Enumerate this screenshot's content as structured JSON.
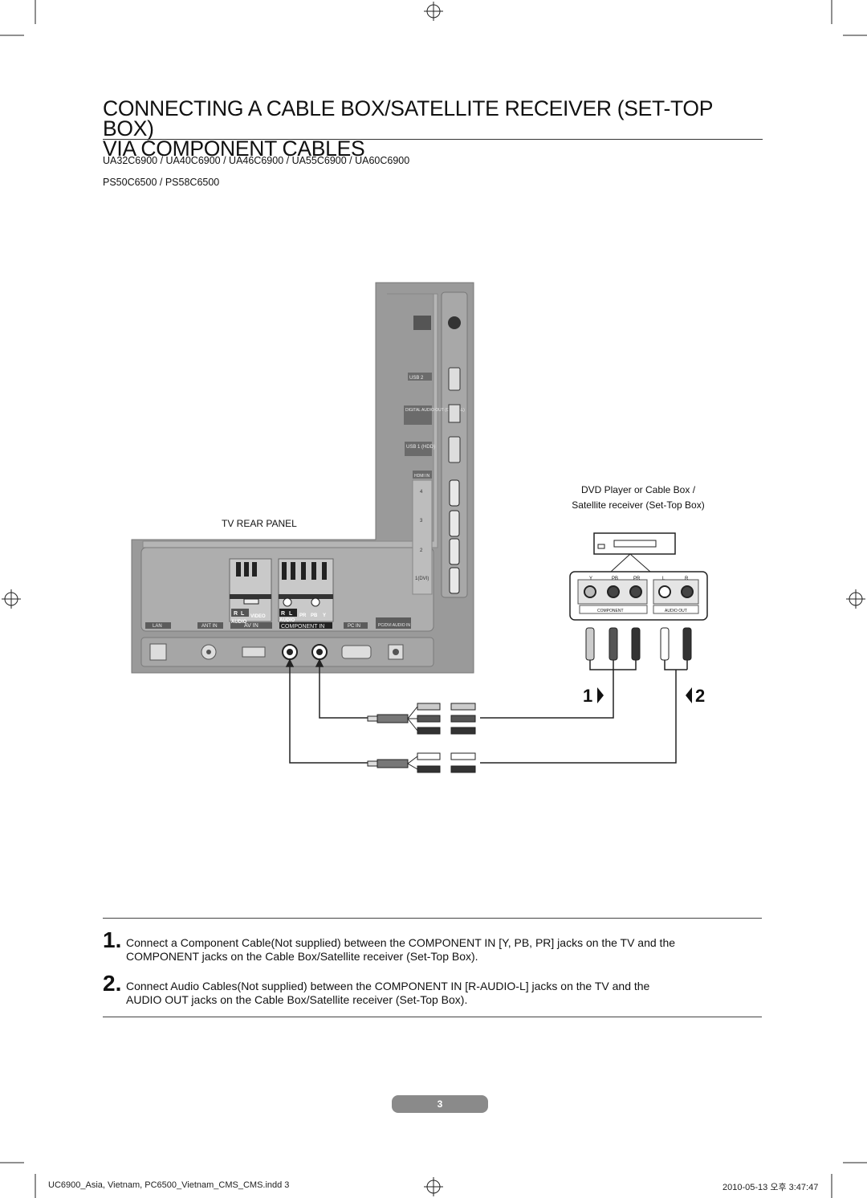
{
  "title_line1": "CONNECTING A CABLE BOX/SATELLITE RECEIVER (SET-TOP BOX)",
  "title_line2": "VIA COMPONENT CABLES",
  "models_line1": "UA32C6900 /  UA40C6900 / UA46C6900 / UA55C6900 / UA60C6900",
  "models_line2": "PS50C6500 / PS58C6500",
  "diagram": {
    "tv_rear_panel_label": "TV REAR PANEL",
    "device_label_line1": "DVD Player or Cable Box /",
    "device_label_line2": "Satellite receiver (Set-Top Box)",
    "side_ports": [
      "USB 2",
      "DIGITAL AUDIO OUT (OPTICAL)",
      "USB 1 (HDD)",
      "HDMI IN",
      "4",
      "3",
      "2",
      "1(DVI)"
    ],
    "bottom_ports": [
      "LAN",
      "ANT IN",
      "AV IN",
      "COMPONENT IN",
      "PC IN",
      "PC/DVI AUDIO IN"
    ],
    "jack_labels": [
      "R",
      "L",
      "VIDEO",
      "AUDIO",
      "PR",
      "PB",
      "Y"
    ],
    "device_jack_labels": [
      "Y",
      "PB",
      "PR",
      "L",
      "R"
    ],
    "device_sections": [
      "COMPONENT",
      "AUDIO OUT"
    ],
    "marker_1": "1",
    "marker_2": "2"
  },
  "steps": [
    {
      "num": "1.",
      "line1": "Connect a Component Cable(Not supplied) between the COMPONENT IN [Y, PB, PR] jacks on the TV and the",
      "line2": "COMPONENT jacks on the Cable Box/Satellite receiver (Set-Top Box)."
    },
    {
      "num": "2.",
      "line1": "Connect Audio Cables(Not supplied) between the COMPONENT IN [R-AUDIO-L] jacks on the TV and the",
      "line2": "AUDIO OUT jacks on the Cable Box/Satellite receiver (Set-Top Box)."
    }
  ],
  "page_number": "3",
  "footer_left": "UC6900_Asia, Vietnam, PC6500_Vietnam_CMS_CMS.indd   3",
  "footer_right": "2010-05-13   오후 3:47:47"
}
